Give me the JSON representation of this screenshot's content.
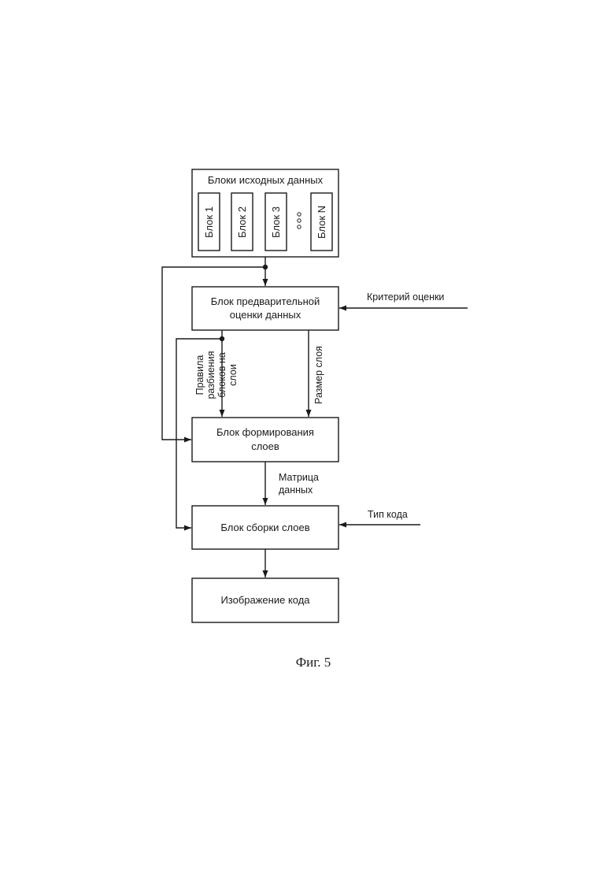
{
  "diagram": {
    "source_blocks": {
      "title": "Блоки исходных данных",
      "items": [
        "Блок 1",
        "Блок 2",
        "Блок 3",
        "Блок N"
      ]
    },
    "preliminary_block": {
      "line1": "Блок предварительной",
      "line2": "оценки данных"
    },
    "criterion_label": "Критерий оценки",
    "rules_label": {
      "line1": "Правила",
      "line2": "разбиения",
      "line3": "блоков на",
      "line4": "слои"
    },
    "layer_size_label": "Размер слоя",
    "forming_block": {
      "line1": "Блок формирования",
      "line2": "слоев"
    },
    "matrix_label": {
      "line1": "Матрица",
      "line2": "данных"
    },
    "assembly_block": "Блок сборки слоев",
    "code_type_label": "Тип кода",
    "output_block": "Изображение кода"
  },
  "caption": "Фиг. 5"
}
